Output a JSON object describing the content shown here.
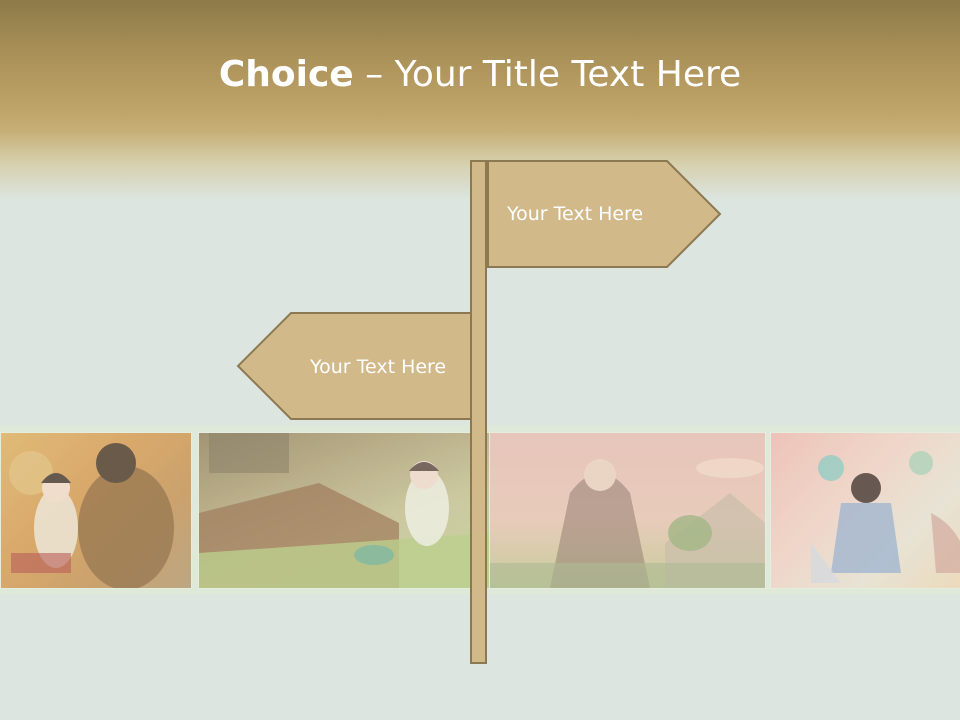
{
  "slide": {
    "title_bold": "Choice",
    "title_rest": " – Your Title Text Here"
  },
  "signpost": {
    "right_sign_label": "Your Text Here",
    "left_sign_label": "Your Text Here"
  },
  "colors": {
    "background": "#dce5e0",
    "header_gold": "#bfa468",
    "sign_fill": "#d2b98a",
    "sign_stroke": "#8c7952",
    "text": "#ffffff"
  }
}
